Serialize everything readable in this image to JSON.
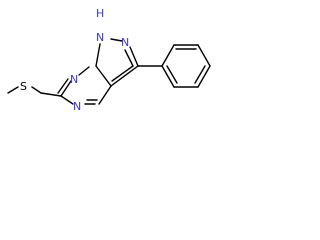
{
  "molecule": {
    "atoms": {
      "n1": "N",
      "h1": "H",
      "n2": "N",
      "n_top": "N",
      "n_bottom": "N",
      "s": "S"
    },
    "colors": {
      "bond": "#000000",
      "nitrogen": "#3838e0",
      "sulfur": "#000000",
      "background": "#ffffff"
    }
  }
}
